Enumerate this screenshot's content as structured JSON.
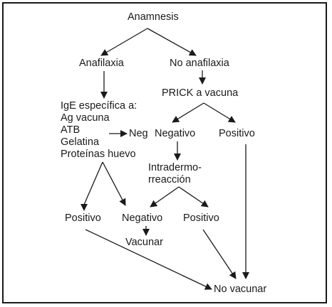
{
  "diagram": {
    "nodes": {
      "anamnesis": "Anamnesis",
      "anafilaxia": "Anafilaxia",
      "no_anafilaxia": "No anafilaxia",
      "prick": "PRICK a vacuna",
      "ige_lines": "IgE específica a:\nAg vacuna\nATB\nGelatina\nProteínas huevo",
      "neg_ige": "Neg",
      "negativo_prick": "Negativo",
      "positivo_prick": "Positivo",
      "intradermo": "Intradermo-\nrreacción",
      "positivo_ige": "Positivo",
      "negativo_intra": "Negativo",
      "positivo_intra": "Positivo",
      "vacunar": "Vacunar",
      "no_vacunar": "No vacunar"
    },
    "edges": [
      [
        "anamnesis",
        "anafilaxia"
      ],
      [
        "anamnesis",
        "no_anafilaxia"
      ],
      [
        "anafilaxia",
        "ige_lines"
      ],
      [
        "ige_lines",
        "neg_ige"
      ],
      [
        "ige_lines",
        "positivo_ige"
      ],
      [
        "ige_lines",
        "negativo_intra"
      ],
      [
        "no_anafilaxia",
        "prick"
      ],
      [
        "prick",
        "negativo_prick"
      ],
      [
        "prick",
        "positivo_prick"
      ],
      [
        "negativo_prick",
        "intradermo"
      ],
      [
        "intradermo",
        "negativo_intra"
      ],
      [
        "intradermo",
        "positivo_intra"
      ],
      [
        "negativo_intra",
        "vacunar"
      ],
      [
        "positivo_ige",
        "no_vacunar"
      ],
      [
        "positivo_intra",
        "no_vacunar"
      ],
      [
        "positivo_prick",
        "no_vacunar"
      ]
    ],
    "colors": {
      "line": "#1a1a1a",
      "border": "#1a1a1a",
      "background": "#ffffff"
    }
  }
}
